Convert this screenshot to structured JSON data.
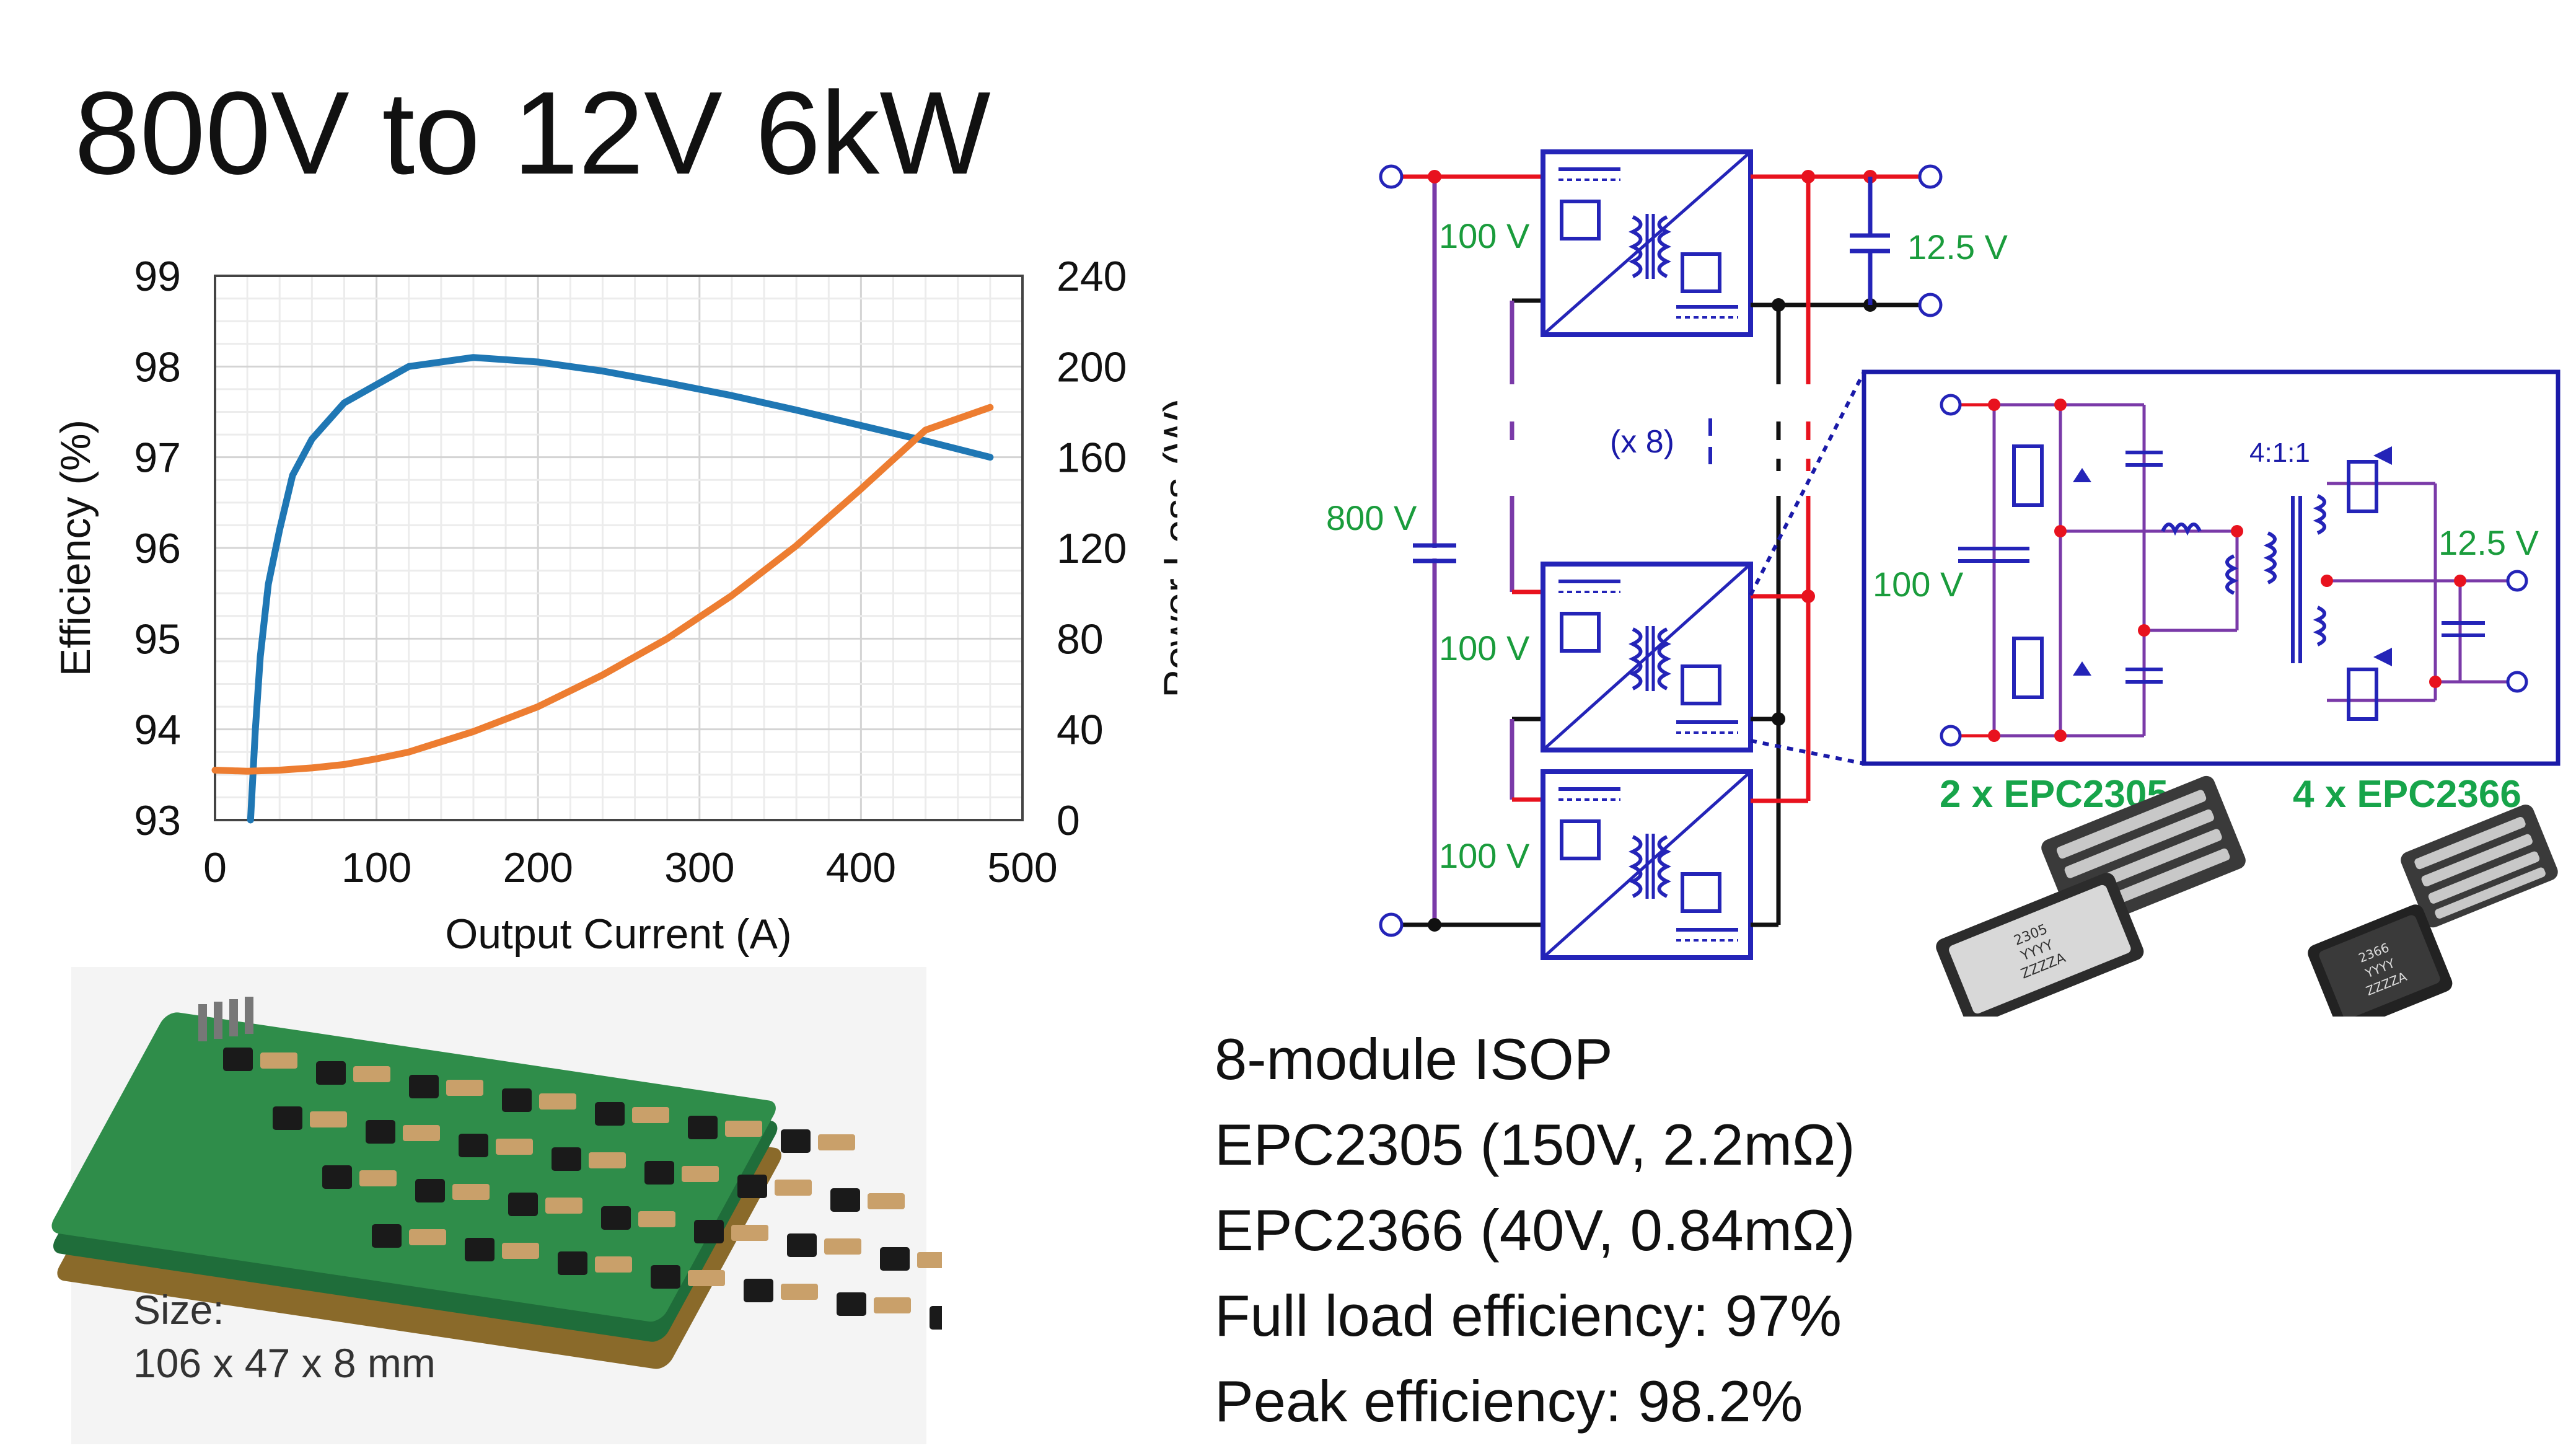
{
  "slide": {
    "title": "800V to 12V 6kW"
  },
  "chart_data": {
    "type": "line",
    "title": "",
    "xlabel": "Output Current (A)",
    "ylabel": "Efficiency (%)",
    "y2label": "Power Loss (W)",
    "xlim": [
      0,
      500
    ],
    "ylim": [
      93,
      99
    ],
    "y2lim": [
      0,
      240
    ],
    "xticks": [
      "0",
      "100",
      "200",
      "300",
      "400",
      "500"
    ],
    "yticks": [
      "93",
      "94",
      "95",
      "96",
      "97",
      "98",
      "99"
    ],
    "y2ticks": [
      "0",
      "40",
      "80",
      "120",
      "160",
      "200",
      "240"
    ],
    "grid": true,
    "legend": "none",
    "series": [
      {
        "axis": "left",
        "color": "#1f77b4",
        "x": [
          22,
          25,
          28,
          33,
          40,
          48,
          60,
          80,
          100,
          120,
          160,
          200,
          240,
          280,
          320,
          360,
          400,
          440,
          480
        ],
        "y": [
          93.0,
          94.0,
          94.8,
          95.6,
          96.2,
          96.8,
          97.2,
          97.6,
          97.8,
          98.0,
          98.1,
          98.05,
          97.95,
          97.82,
          97.68,
          97.52,
          97.35,
          97.18,
          97.0
        ]
      },
      {
        "axis": "right",
        "color": "#ed7d31",
        "x": [
          0,
          20,
          40,
          60,
          80,
          100,
          120,
          160,
          200,
          240,
          280,
          320,
          360,
          400,
          440,
          480
        ],
        "y": [
          22,
          21.5,
          22,
          23,
          24.5,
          27,
          30,
          39,
          50,
          64,
          80,
          99,
          121,
          146,
          172,
          182
        ]
      }
    ]
  },
  "schematic": {
    "input_voltage": "800 V",
    "module_voltage": "100 V",
    "output_voltage": "12.5 V",
    "module_count": "(x 8)",
    "transformer_ratio": "4:1:1",
    "part_a": "2 x EPC2305",
    "part_b": "4 x EPC2366",
    "chip_a_mark": [
      "2305",
      "YYYY",
      "ZZZZA"
    ],
    "chip_b_mark": [
      "2366",
      "YYYY",
      "ZZZZA"
    ],
    "colors": {
      "rail_red": "#e8121e",
      "module_blue": "#2424b8",
      "wire_purple": "#7a3aa8",
      "label_green": "#1a9c3c"
    }
  },
  "photo": {
    "size_label": "Size:",
    "size_value": "106 x 47 x 8 mm"
  },
  "specs": [
    "8-module ISOP",
    "EPC2305 (150V, 2.2mΩ)",
    "EPC2366 (40V, 0.84mΩ)",
    "Full load efficiency: 97%",
    "Peak efficiency: 98.2%"
  ]
}
